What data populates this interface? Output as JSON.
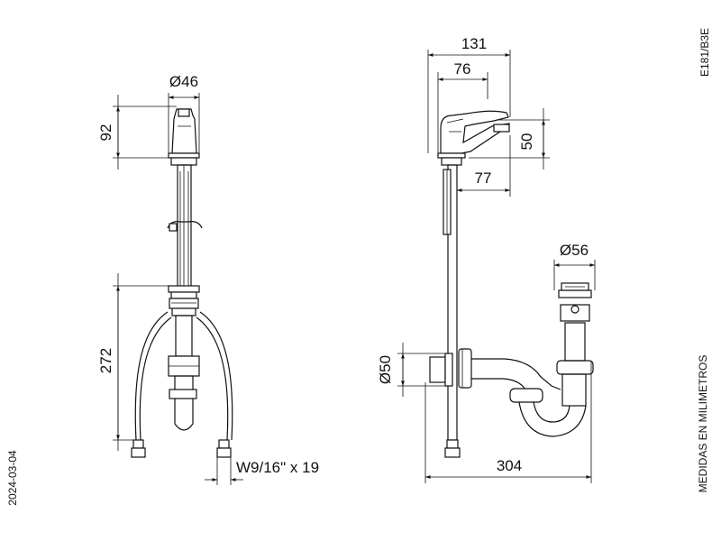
{
  "drawing": {
    "code": "E181/B3E",
    "date": "2024-03-04",
    "units_note": "MEDIDAS EN MILIMETROS"
  },
  "front_view": {
    "dim_diameter": "Ø46",
    "dim_height_top": "92",
    "dim_hose_length": "272",
    "dim_thread": "W9/16\" x 19"
  },
  "side_view": {
    "dim_total_reach": "131",
    "dim_spout_reach": "76",
    "dim_spout_height": "50",
    "dim_lever_reach": "77",
    "dim_drain_diameter": "Ø56",
    "dim_wall_flange": "Ø50",
    "dim_trap_length": "304"
  }
}
